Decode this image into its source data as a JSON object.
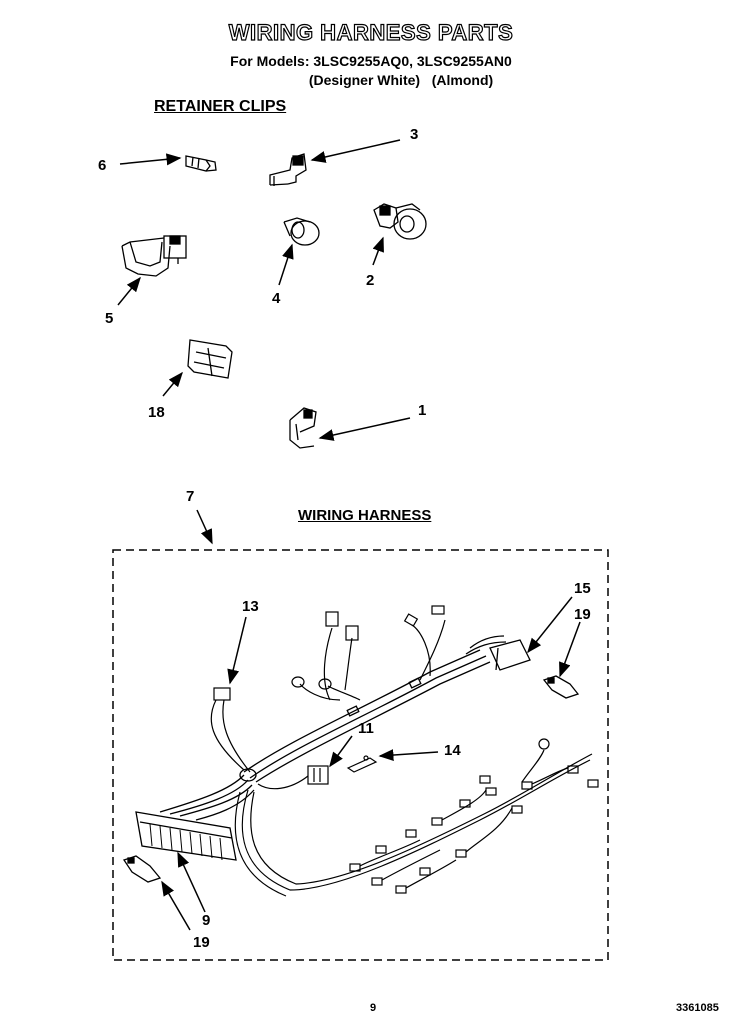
{
  "header": {
    "title": "WIRING HARNESS PARTS",
    "models_line": "For Models: 3LSC9255AQ0, 3LSC9255AN0",
    "colors_line": "(Designer White)   (Almond)"
  },
  "sections": {
    "retainer_clips": "RETAINER CLIPS",
    "wiring_harness": "WIRING HARNESS"
  },
  "callouts": {
    "c6": "6",
    "c3": "3",
    "c4": "4",
    "c2": "2",
    "c5": "5",
    "c18": "18",
    "c1": "1",
    "c7": "7",
    "c13": "13",
    "c15": "15",
    "c19a": "19",
    "c11": "11",
    "c14": "14",
    "c9": "9",
    "c19b": "19"
  },
  "footer": {
    "page_number": "9",
    "doc_number": "3361085"
  }
}
